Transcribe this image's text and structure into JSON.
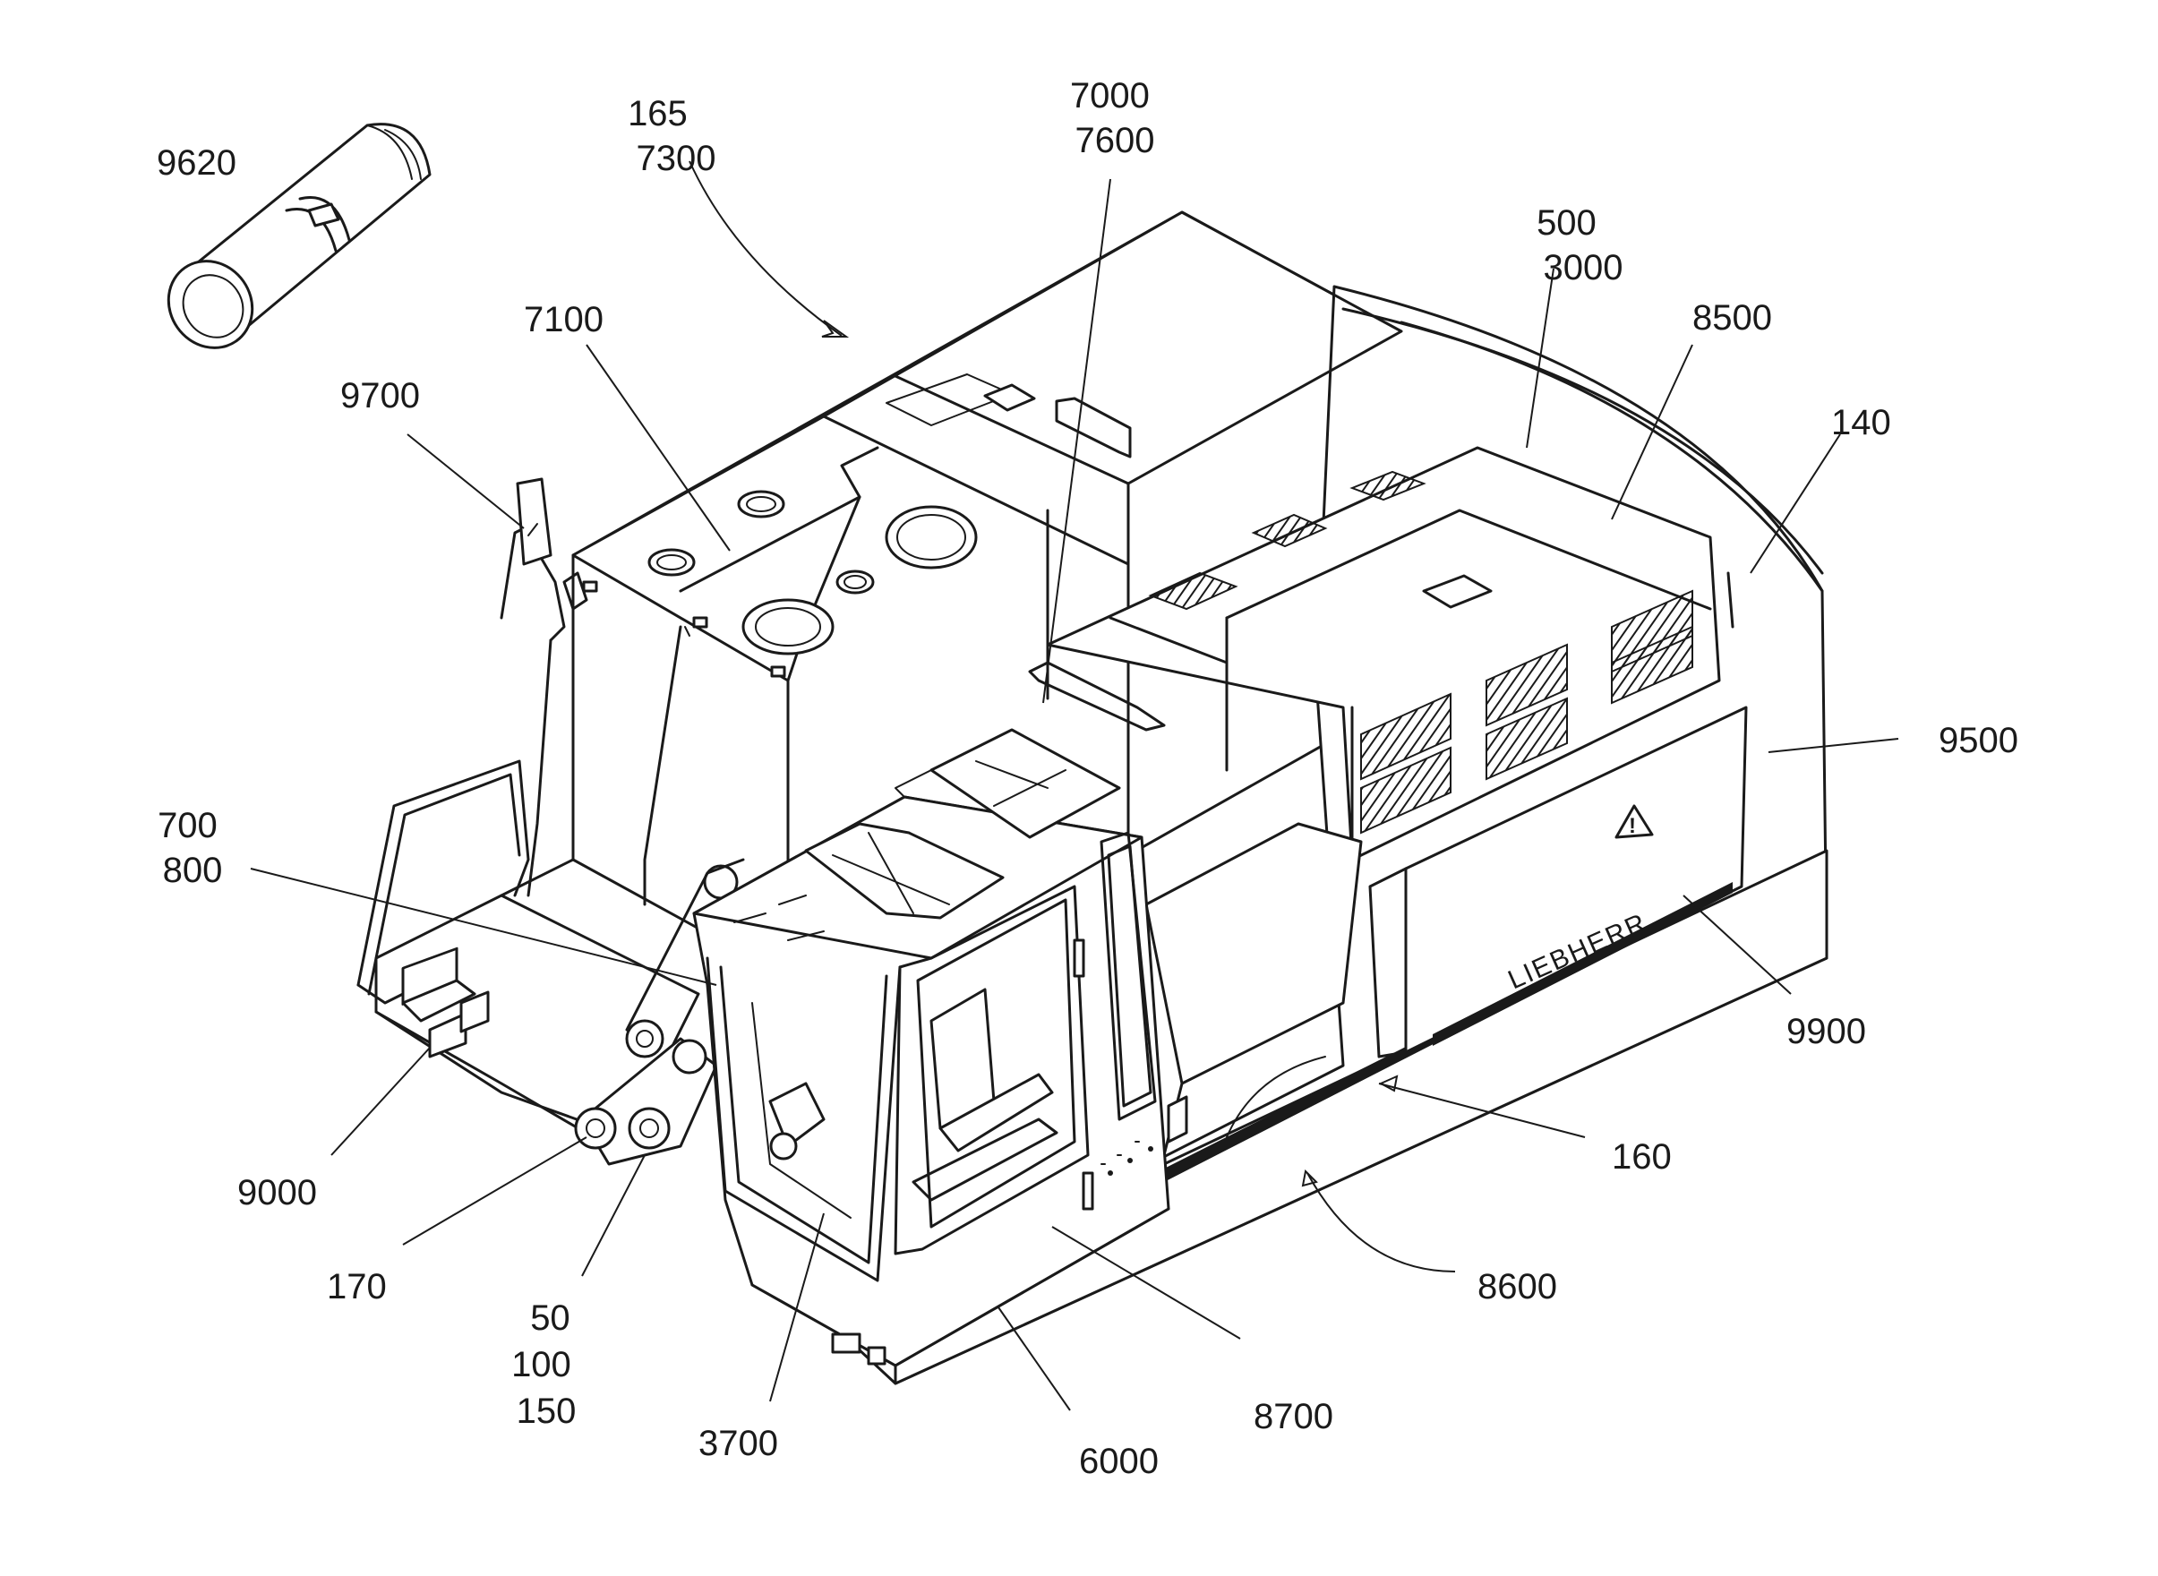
{
  "figure": {
    "brand_text": "LIEBHERR",
    "labels": [
      {
        "id": "9620",
        "lines": [
          "9620"
        ]
      },
      {
        "id": "165_7300",
        "lines": [
          "165",
          "7300"
        ]
      },
      {
        "id": "7000_7600",
        "lines": [
          "7000",
          "7600"
        ]
      },
      {
        "id": "500_3000",
        "lines": [
          "500",
          "3000"
        ]
      },
      {
        "id": "8500",
        "lines": [
          "8500"
        ]
      },
      {
        "id": "140",
        "lines": [
          "140"
        ]
      },
      {
        "id": "7100",
        "lines": [
          "7100"
        ]
      },
      {
        "id": "9700",
        "lines": [
          "9700"
        ]
      },
      {
        "id": "9500",
        "lines": [
          "9500"
        ]
      },
      {
        "id": "700_800",
        "lines": [
          "700",
          "800"
        ]
      },
      {
        "id": "9900",
        "lines": [
          "9900"
        ]
      },
      {
        "id": "160",
        "lines": [
          "160"
        ]
      },
      {
        "id": "9000",
        "lines": [
          "9000"
        ]
      },
      {
        "id": "8600",
        "lines": [
          "8600"
        ]
      },
      {
        "id": "170",
        "lines": [
          "170"
        ]
      },
      {
        "id": "50_100_150",
        "lines": [
          "50",
          "100",
          "150"
        ]
      },
      {
        "id": "8700",
        "lines": [
          "8700"
        ]
      },
      {
        "id": "3700",
        "lines": [
          "3700"
        ]
      },
      {
        "id": "6000",
        "lines": [
          "6000"
        ]
      }
    ]
  }
}
